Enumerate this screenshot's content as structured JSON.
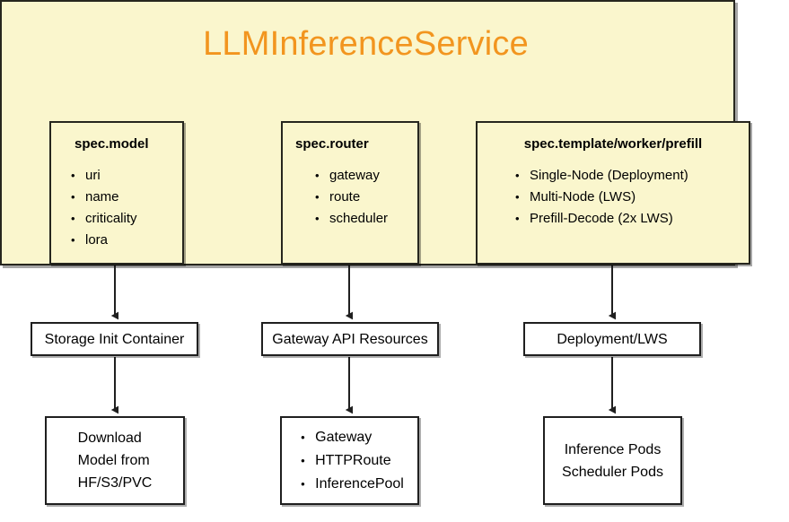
{
  "diagram": {
    "title": "LLMInferenceService",
    "title_color": "#f2951f",
    "container_fill": "#faf6cd",
    "container_stroke": "#26261e",
    "box_fill": "#ffffff",
    "box_stroke": "#1f1f1f",
    "spec_boxes": [
      {
        "name": "spec-model",
        "title": "spec.model",
        "items": [
          "uri",
          "name",
          "criticality",
          "lora"
        ]
      },
      {
        "name": "spec-router",
        "title": "spec.router",
        "items": [
          "gateway",
          "route",
          "scheduler"
        ]
      },
      {
        "name": "spec-template",
        "title": "spec.template/worker/prefill",
        "items": [
          "Single-Node (Deployment)",
          "Multi-Node (LWS)",
          "Prefill-Decode (2x LWS)"
        ]
      }
    ],
    "middle_row": [
      {
        "name": "storage-init-container",
        "label": "Storage Init Container"
      },
      {
        "name": "gateway-api-resources",
        "label": "Gateway API Resources"
      },
      {
        "name": "deployment-lws",
        "label": "Deployment/LWS"
      }
    ],
    "bottom_row": [
      {
        "name": "download-model",
        "kind": "lines",
        "lines": [
          "Download",
          "Model from",
          "HF/S3/PVC"
        ]
      },
      {
        "name": "gateway-resources-list",
        "kind": "bullets",
        "items": [
          "Gateway",
          "HTTPRoute",
          "InferencePool"
        ]
      },
      {
        "name": "inference-pods",
        "kind": "lines",
        "lines": [
          "Inference Pods",
          "Scheduler Pods"
        ]
      }
    ],
    "connectors": [
      {
        "name": "spec-model-to-storage",
        "from": "spec.model",
        "to": "Storage Init Container"
      },
      {
        "name": "spec-router-to-gateway",
        "from": "spec.router",
        "to": "Gateway API Resources"
      },
      {
        "name": "spec-template-to-deploy",
        "from": "spec.template/worker/prefill",
        "to": "Deployment/LWS"
      },
      {
        "name": "storage-to-download",
        "from": "Storage Init Container",
        "to": "Download Model from HF/S3/PVC"
      },
      {
        "name": "gateway-to-resources",
        "from": "Gateway API Resources",
        "to": "Gateway / HTTPRoute / InferencePool"
      },
      {
        "name": "deploy-to-pods",
        "from": "Deployment/LWS",
        "to": "Inference Pods / Scheduler Pods"
      }
    ]
  }
}
